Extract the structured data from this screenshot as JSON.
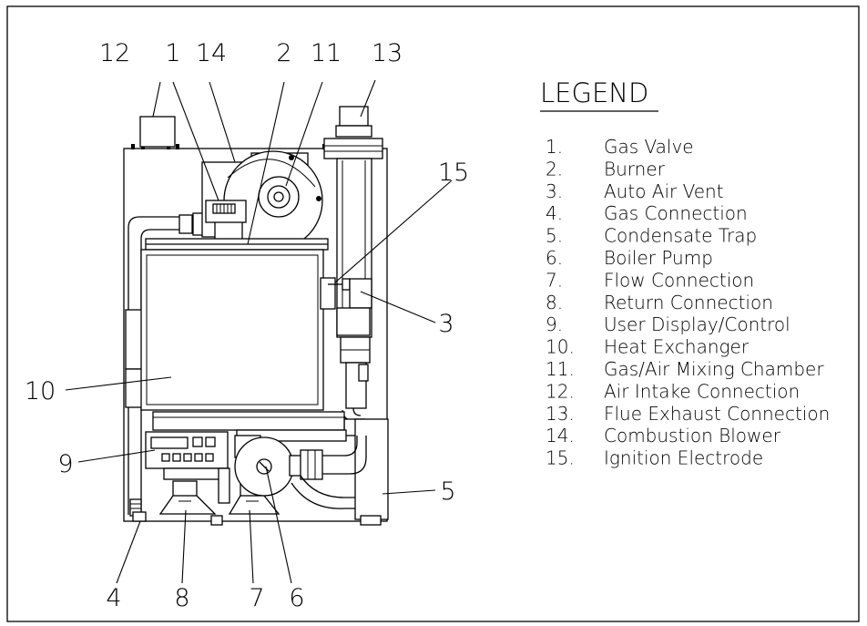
{
  "legend": {
    "title": "LEGEND",
    "items": [
      {
        "num": "1.",
        "text": "Gas Valve"
      },
      {
        "num": "2.",
        "text": "Burner"
      },
      {
        "num": "3.",
        "text": "Auto Air Vent"
      },
      {
        "num": "4.",
        "text": "Gas Connection"
      },
      {
        "num": "5.",
        "text": "Condensate Trap"
      },
      {
        "num": "6.",
        "text": "Boiler Pump"
      },
      {
        "num": "7.",
        "text": "Flow Connection"
      },
      {
        "num": "8.",
        "text": "Return Connection"
      },
      {
        "num": "9.",
        "text": "User Display/Control"
      },
      {
        "num": "10.",
        "text": "Heat Exchanger"
      },
      {
        "num": "11.",
        "text": "Gas/Air Mixing Chamber"
      },
      {
        "num": "12.",
        "text": "Air Intake Connection"
      },
      {
        "num": "13.",
        "text": "Flue Exhaust Connection"
      },
      {
        "num": "14.",
        "text": "Combustion Blower"
      },
      {
        "num": "15.",
        "text": "Ignition Electrode"
      }
    ]
  },
  "callouts": {
    "c1": "1",
    "c2": "2",
    "c3": "3",
    "c4": "4",
    "c5": "5",
    "c6": "6",
    "c7": "7",
    "c8": "8",
    "c9": "9",
    "c10": "10",
    "c11": "11",
    "c12": "12",
    "c13": "13",
    "c14": "14",
    "c15": "15"
  }
}
